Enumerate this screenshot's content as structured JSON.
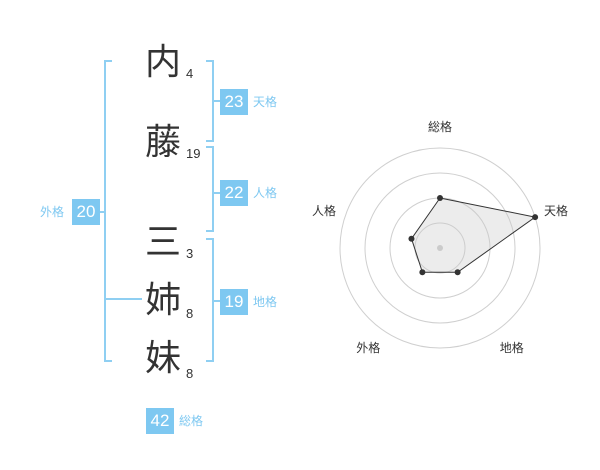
{
  "name": {
    "chars": [
      {
        "char": "内",
        "strokes": "4"
      },
      {
        "char": "藤",
        "strokes": "19"
      },
      {
        "char": "三",
        "strokes": "3"
      },
      {
        "char": "姉",
        "strokes": "8"
      },
      {
        "char": "妹",
        "strokes": "8"
      }
    ]
  },
  "fortune": {
    "tenkaku": {
      "value": "23",
      "label": "天格"
    },
    "jinkaku": {
      "value": "22",
      "label": "人格"
    },
    "chikaku": {
      "value": "19",
      "label": "地格"
    },
    "gaikaku": {
      "value": "20",
      "label": "外格"
    },
    "soukaku": {
      "value": "42",
      "label": "総格"
    }
  },
  "colors": {
    "accent": "#7ec8f1",
    "bracket": "#8fcff2",
    "text": "#333333"
  },
  "chart_data": {
    "type": "radar",
    "axes": [
      "総格",
      "天格",
      "地格",
      "外格",
      "人格"
    ],
    "values": [
      2.5,
      5,
      1.5,
      1.5,
      1.5
    ],
    "max": 5,
    "rings": 4
  }
}
